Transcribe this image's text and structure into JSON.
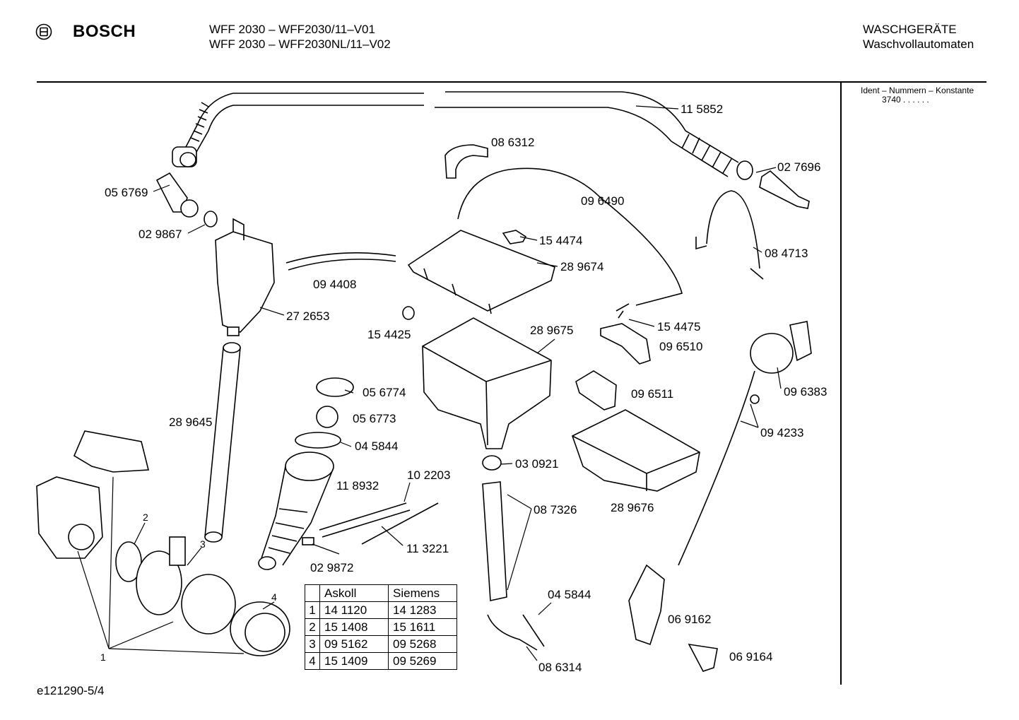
{
  "header": {
    "brand": "BOSCH",
    "model_line1": "WFF 2030 – WFF2030/11–V01",
    "model_line2": "WFF 2030 – WFF2030NL/11–V02",
    "category": "WASCHGERÄTE",
    "subcategory": "Waschvollautomaten"
  },
  "ident": {
    "title": "Ident – Nummern – Konstante",
    "value": "3740  . .    . . . ."
  },
  "parts": {
    "p115852": "11 5852",
    "p086312": "08 6312",
    "p027696": "02 7696",
    "p056769": "05 6769",
    "p096490": "09 6490",
    "p029867": "02 9867",
    "p154474": "15 4474",
    "p084713": "08 4713",
    "p289674": "28 9674",
    "p094408": "09 4408",
    "p272653": "27 2653",
    "p289675": "28 9675",
    "p154475": "15 4475",
    "p154425": "15 4425",
    "p096510": "09 6510",
    "p096383": "09 6383",
    "p056774": "05 6774",
    "p096511": "09 6511",
    "p289645": "28 9645",
    "p056773": "05 6773",
    "p094233": "09 4233",
    "p045844a": "04 5844",
    "p102203": "10 2203",
    "p030921": "03 0921",
    "p118932": "11 8932",
    "p087326": "08 7326",
    "p289676": "28 9676",
    "p113221": "11 3221",
    "p029872": "02 9872",
    "p045844b": "04 5844",
    "p069162": "06 9162",
    "p069164": "06 9164",
    "p086314": "08 6314"
  },
  "callouts": {
    "c1": "1",
    "c2": "2",
    "c3": "3",
    "c4": "4"
  },
  "variant_table": {
    "headers": [
      "",
      "Askoll",
      "Siemens"
    ],
    "rows": [
      [
        "1",
        "14 1120",
        "14 1283"
      ],
      [
        "2",
        "15 1408",
        "15 1611"
      ],
      [
        "3",
        "09 5162",
        "09 5268"
      ],
      [
        "4",
        "15 1409",
        "09 5269"
      ]
    ]
  },
  "footer": {
    "drawing_id": "e121290-5/4"
  }
}
